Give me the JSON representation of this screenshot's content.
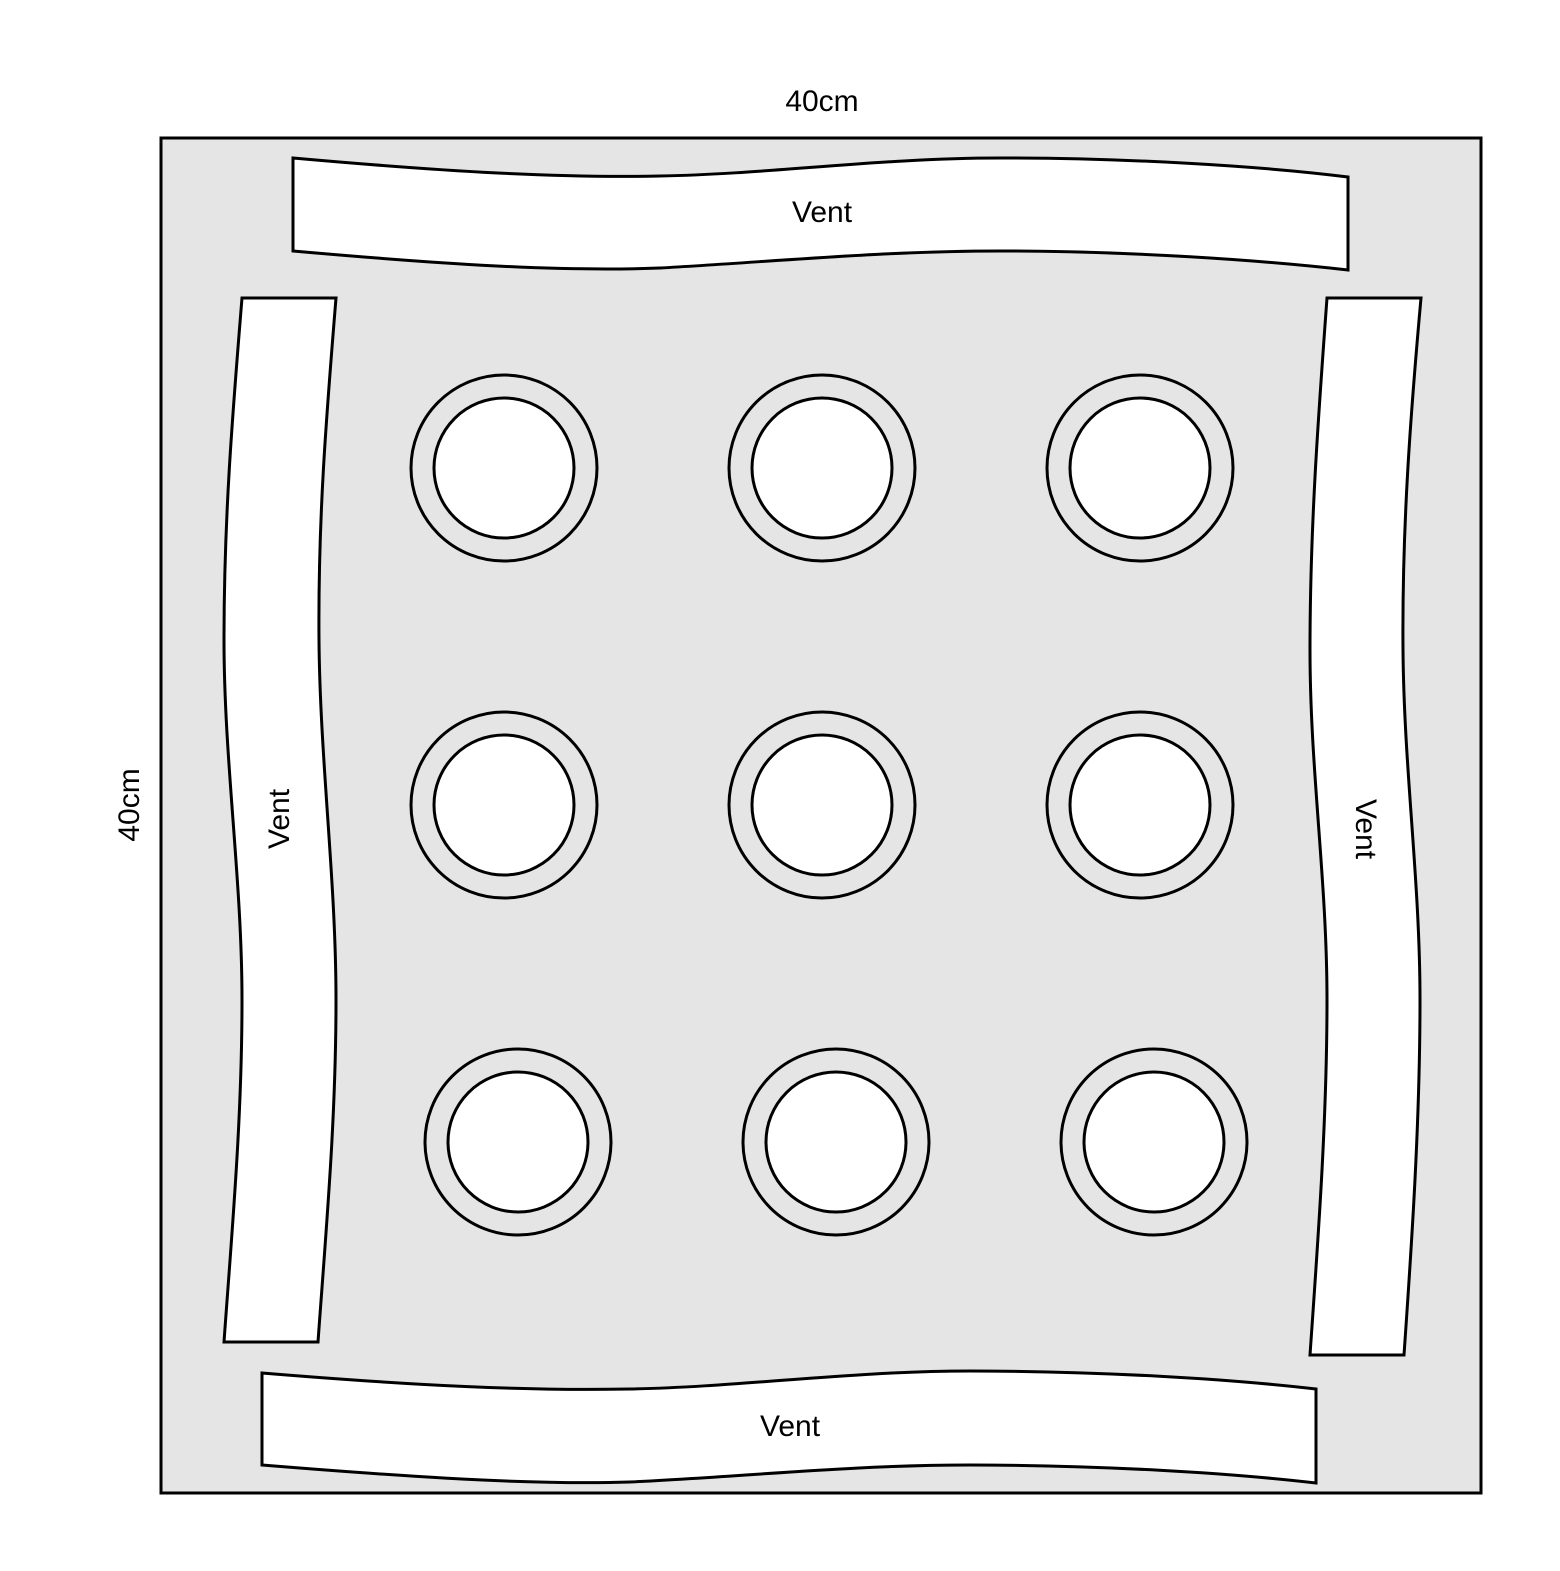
{
  "dimensions": {
    "width_label": "40cm",
    "height_label": "40cm"
  },
  "vents": {
    "top": "Vent",
    "bottom": "Vent",
    "left": "Vent",
    "right": "Vent"
  },
  "holes": {
    "rows": 3,
    "cols": 3
  },
  "colors": {
    "board": "#e5e5e5",
    "outline": "#000000",
    "cutout": "#ffffff"
  }
}
